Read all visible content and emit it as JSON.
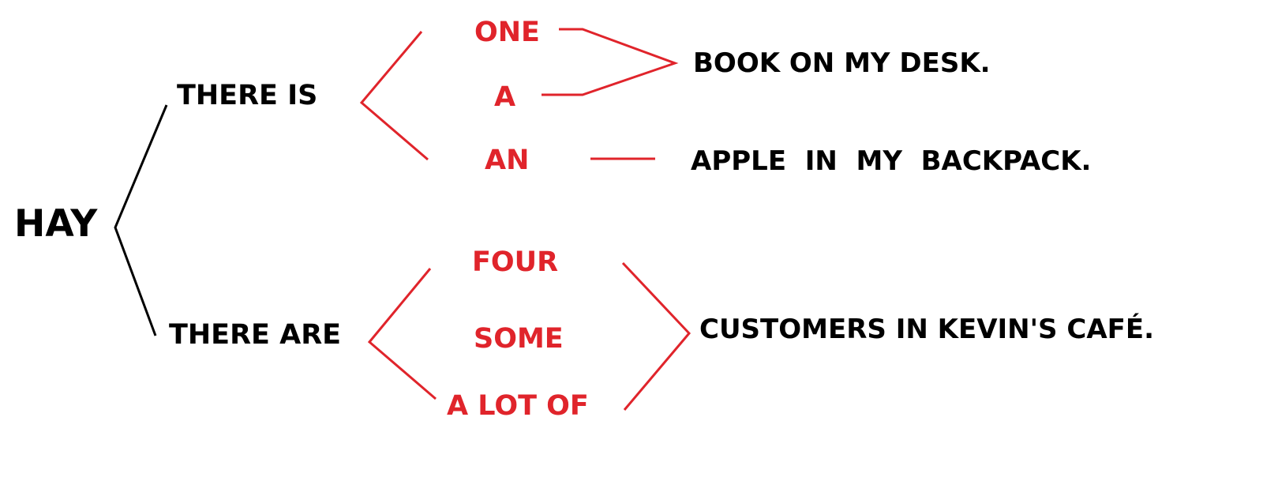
{
  "colors": {
    "ink": "#000000",
    "accent": "#e0242b",
    "background": "#ffffff"
  },
  "diagram": {
    "root": "HAY",
    "branches": [
      {
        "label": "THERE IS",
        "options": [
          "ONE",
          "A",
          "AN"
        ],
        "endings": [
          "BOOK ON MY DESK.",
          "APPLE  IN  MY  BACKPACK."
        ]
      },
      {
        "label": "THERE ARE",
        "options": [
          "FOUR",
          "SOME",
          "A LOT OF"
        ],
        "endings": [
          "CUSTOMERS IN KEVIN'S CAFÉ."
        ]
      }
    ]
  }
}
